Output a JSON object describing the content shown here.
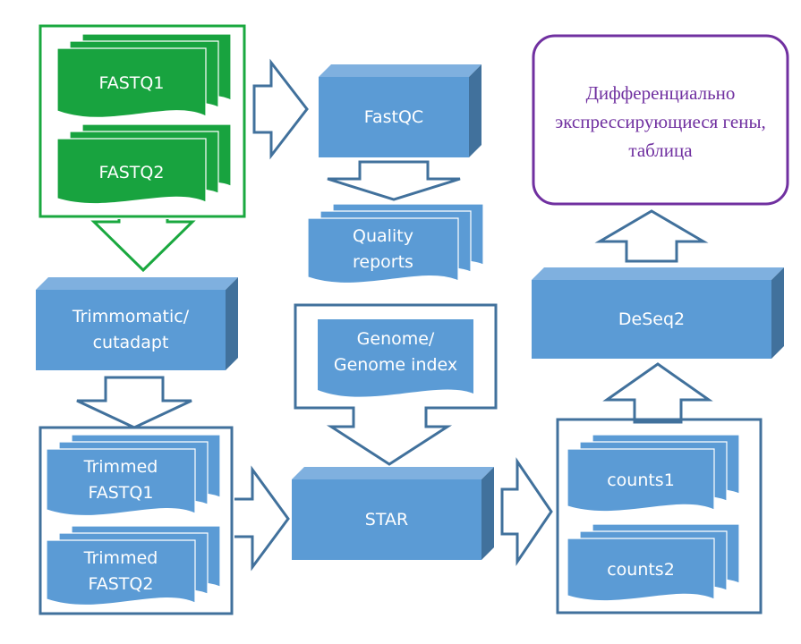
{
  "nodes": {
    "fastq1": "FASTQ1",
    "fastq2": "FASTQ2",
    "fastqc": "FastQC",
    "quality_reports": "Quality\nreports",
    "trimmomatic": "Trimmomatic/\ncutadapt",
    "trimmed_fastq1": "Trimmed\nFASTQ1",
    "trimmed_fastq2": "Trimmed\nFASTQ2",
    "genome_index": "Genome/\nGenome index",
    "star": "STAR",
    "counts1": "counts1",
    "counts2": "counts2",
    "deseq2": "DeSeq2",
    "result": "Дифференциально экспрессирующиеся гены, таблица"
  },
  "colors": {
    "box_fill": "#5b9bd5",
    "box_side": "#41719c",
    "box_top": "#7fb0df",
    "input_fill": "#18a33f",
    "input_border": "#1aa83f",
    "frame_border": "#41719c",
    "result_border": "#7030a0",
    "result_text": "#7030a0"
  }
}
